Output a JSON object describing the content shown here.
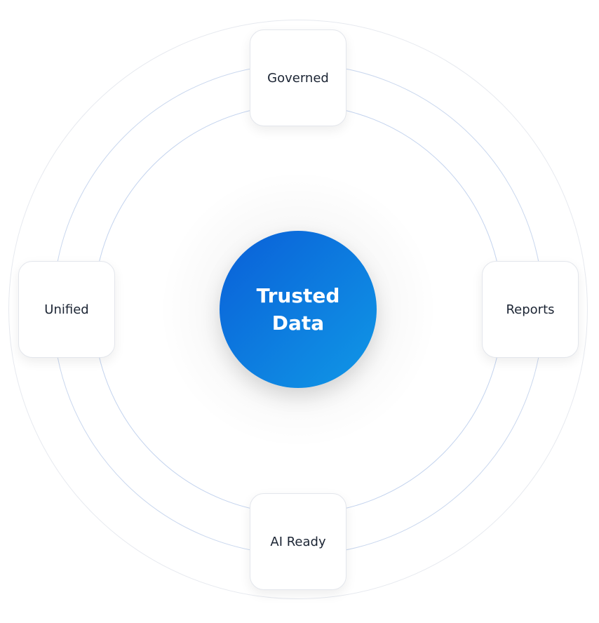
{
  "center": {
    "line1": "Trusted",
    "line2": "Data"
  },
  "nodes": {
    "top": "Governed",
    "left": "Unified",
    "right": "Reports",
    "bottom": "AI Ready"
  },
  "colors": {
    "gradient_start": "#0a5fd8",
    "gradient_end": "#1098e6",
    "ring": "#c9d7ee"
  }
}
